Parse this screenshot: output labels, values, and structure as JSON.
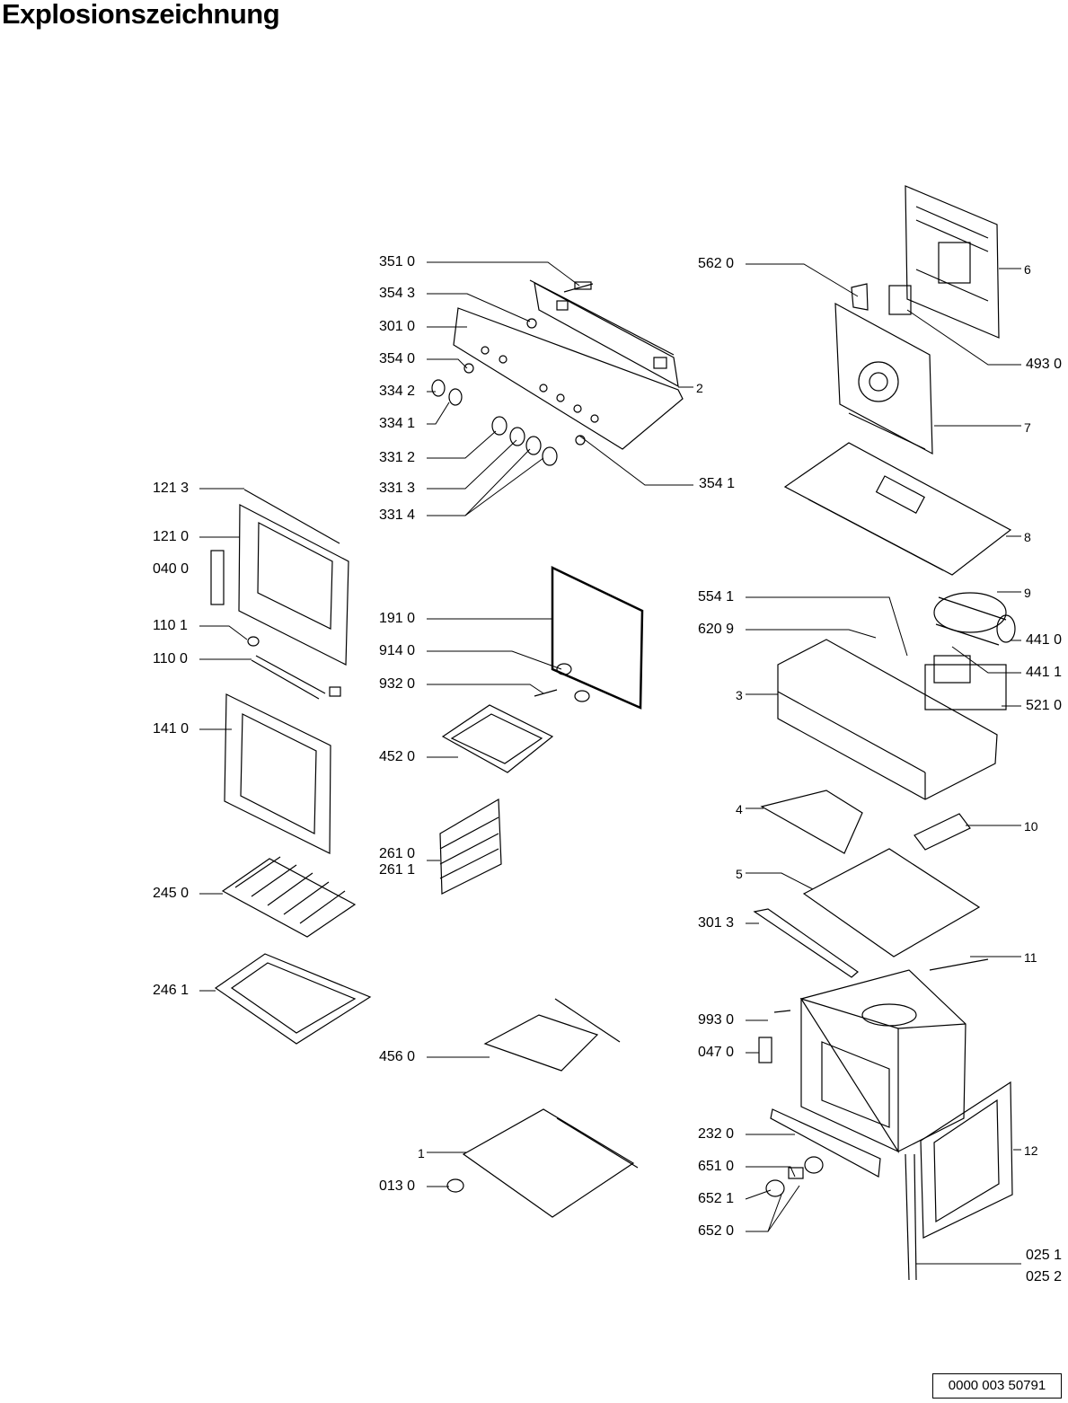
{
  "title": "Explosionszeichnung",
  "document_number": "0000 003 50791",
  "callouts": {
    "p351_0": "351 0",
    "p354_3": "354 3",
    "p301_0": "301 0",
    "p354_0": "354 0",
    "p334_2": "334 2",
    "p334_1": "334 1",
    "p331_2": "331 2",
    "p331_3": "331 3",
    "p331_4": "331 4",
    "p354_1": "354 1",
    "p2": "2",
    "p562_0": "562 0",
    "p6": "6",
    "p493_0": "493 0",
    "p7": "7",
    "p8": "8",
    "p9": "9",
    "p554_1": "554 1",
    "p620_9": "620 9",
    "p441_0": "441 0",
    "p441_1": "441 1",
    "p3": "3",
    "p521_0": "521 0",
    "p4": "4",
    "p10": "10",
    "p5": "5",
    "p301_3": "301 3",
    "p11": "11",
    "p993_0": "993 0",
    "p047_0": "047 0",
    "p232_0": "232 0",
    "p12": "12",
    "p651_0": "651 0",
    "p652_1": "652 1",
    "p652_0": "652 0",
    "p025_1": "025 1",
    "p025_2": "025 2",
    "p121_3": "121 3",
    "p121_0": "121 0",
    "p040_0": "040 0",
    "p110_1": "110 1",
    "p110_0": "110 0",
    "p141_0": "141 0",
    "p245_0": "245 0",
    "p246_1": "246 1",
    "p191_0": "191 0",
    "p914_0": "914 0",
    "p932_0": "932 0",
    "p452_0": "452 0",
    "p261_0": "261 0",
    "p261_1": "261 1",
    "p456_0": "456 0",
    "p1": "1",
    "p013_0": "013 0"
  }
}
